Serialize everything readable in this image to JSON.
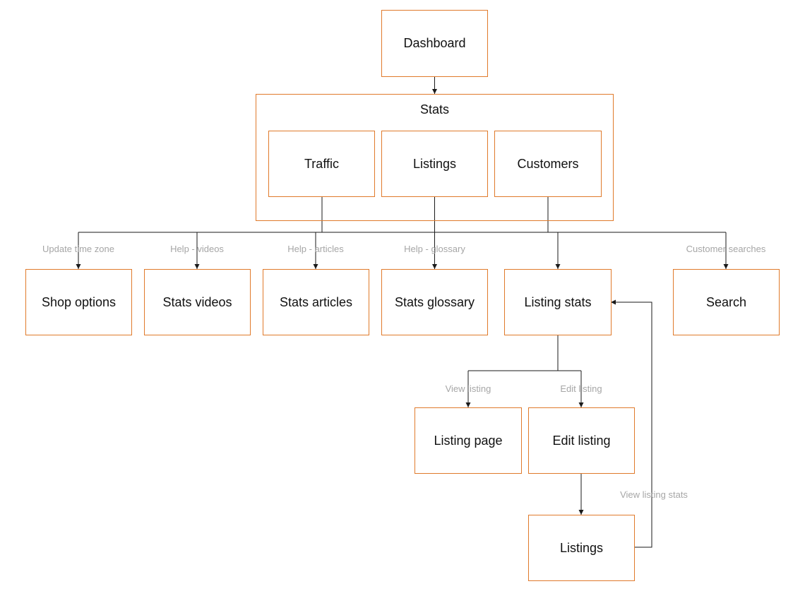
{
  "nodes": {
    "dashboard": "Dashboard",
    "stats": "Stats",
    "traffic": "Traffic",
    "listings_tab": "Listings",
    "customers": "Customers",
    "shop_options": "Shop options",
    "stats_videos": "Stats videos",
    "stats_articles": "Stats articles",
    "stats_glossary": "Stats glossary",
    "listing_stats": "Listing stats",
    "search": "Search",
    "listing_page": "Listing page",
    "edit_listing": "Edit listing",
    "listings_page": "Listings"
  },
  "edges": {
    "update_time_zone": "Update time zone",
    "help_videos": "Help - videos",
    "help_articles": "Help - articles",
    "help_glossary": "Help - glossary",
    "customer_searches": "Customer searches",
    "view_listing": "View listing",
    "edit_listing": "Edit listing",
    "view_listing_stats": "View listing stats"
  },
  "colors": {
    "node_border": "#e07a2b",
    "connector": "#1a1a1a",
    "edge_label": "#a6a6a6"
  }
}
